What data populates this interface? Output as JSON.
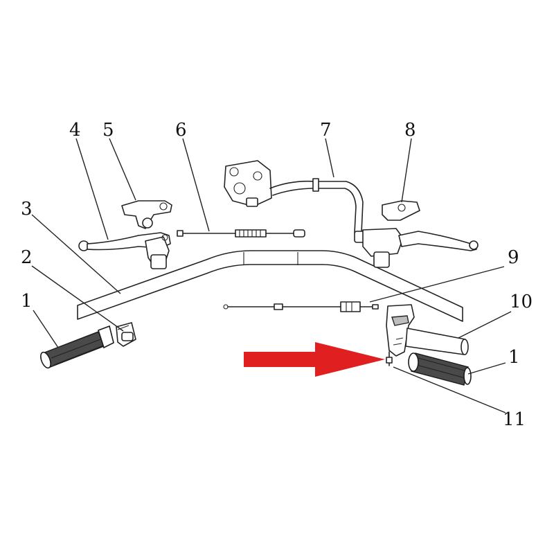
{
  "colors": {
    "line": "#222222",
    "grip": "#4a4a4a",
    "arrow": "#e02020",
    "background": "#ffffff"
  },
  "callouts": {
    "c1_left": "1",
    "c2": "2",
    "c3": "3",
    "c4": "4",
    "c5": "5",
    "c6": "6",
    "c7": "7",
    "c8": "8",
    "c9": "9",
    "c10": "10",
    "c1_right": "1",
    "c11": "11"
  }
}
